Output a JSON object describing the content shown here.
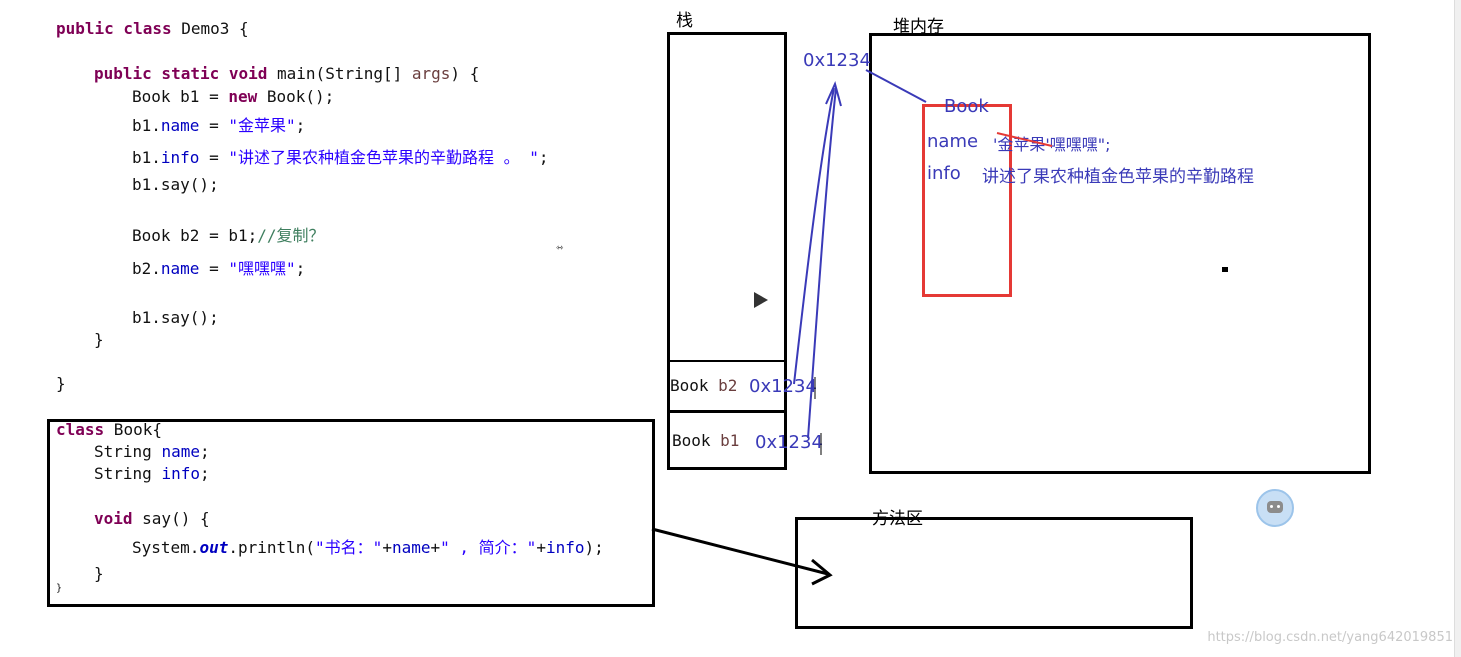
{
  "code_main": {
    "l1_kw": "public class",
    "l1_rest": " Demo3 {",
    "l2_kw": "public static void",
    "l2_rest": " main(String[] ",
    "l2_param": "args",
    "l2_end": ") {",
    "l3_a": "Book b1 = ",
    "l3_kw": "new",
    "l3_b": " Book();",
    "l4_a": "b1.",
    "l4_f": "name",
    "l4_b": " = ",
    "l4_s": "\"金苹果\"",
    "l4_c": ";",
    "l5_a": "b1.",
    "l5_f": "info",
    "l5_b": " = ",
    "l5_s": "\"讲述了果农种植金色苹果的辛勤路程 。 \"",
    "l5_c": ";",
    "l6": "b1.say();",
    "l7_a": "Book b2 = b1;",
    "l7_cmt": "//复制？",
    "l8_a": "b2.",
    "l8_f": "name",
    "l8_b": " = ",
    "l8_s": "\"嘿嘿嘿\"",
    "l8_c": ";",
    "l9": "b1.say();",
    "l10": "}",
    "l11": "}"
  },
  "code_book": {
    "l1_kw": "class",
    "l1_rest": " Book{",
    "l2_a": "String ",
    "l2_f": "name",
    "l2_b": ";",
    "l3_a": "String ",
    "l3_f": "info",
    "l3_b": ";",
    "l4_kw": "void",
    "l4_rest": " say() {",
    "l5_a": "System.",
    "l5_out": "out",
    "l5_b": ".println(",
    "l5_s1": "\"书名：\"",
    "l5_c": "+",
    "l5_f1": "name",
    "l5_d": "+",
    "l5_s2": "\" , 简介：\"",
    "l5_e": "+",
    "l5_f2": "info",
    "l5_g": ");",
    "l6": "}",
    "l7": "}"
  },
  "stack": {
    "title": "栈",
    "row_b2_label": "Book ",
    "row_b2_var": "b2",
    "row_b2_addr": "0x1234",
    "row_b1_label": "Book ",
    "row_b1_var": "b1",
    "row_b1_addr": "0x1234"
  },
  "heap": {
    "title": "堆内存",
    "address": "0x1234",
    "object_name": "Book",
    "name_key": "name",
    "name_value": "'金苹果'嘿嘿嘿\";",
    "info_key": "info",
    "info_value": "讲述了果农种植金色苹果的辛勤路程"
  },
  "method_area": {
    "title": "方法区"
  },
  "watermark": "https://blog.csdn.net/yang642019851",
  "colors": {
    "handwriting": "#3a3ab8",
    "object_box": "#e53935",
    "strike": "#e53935"
  }
}
